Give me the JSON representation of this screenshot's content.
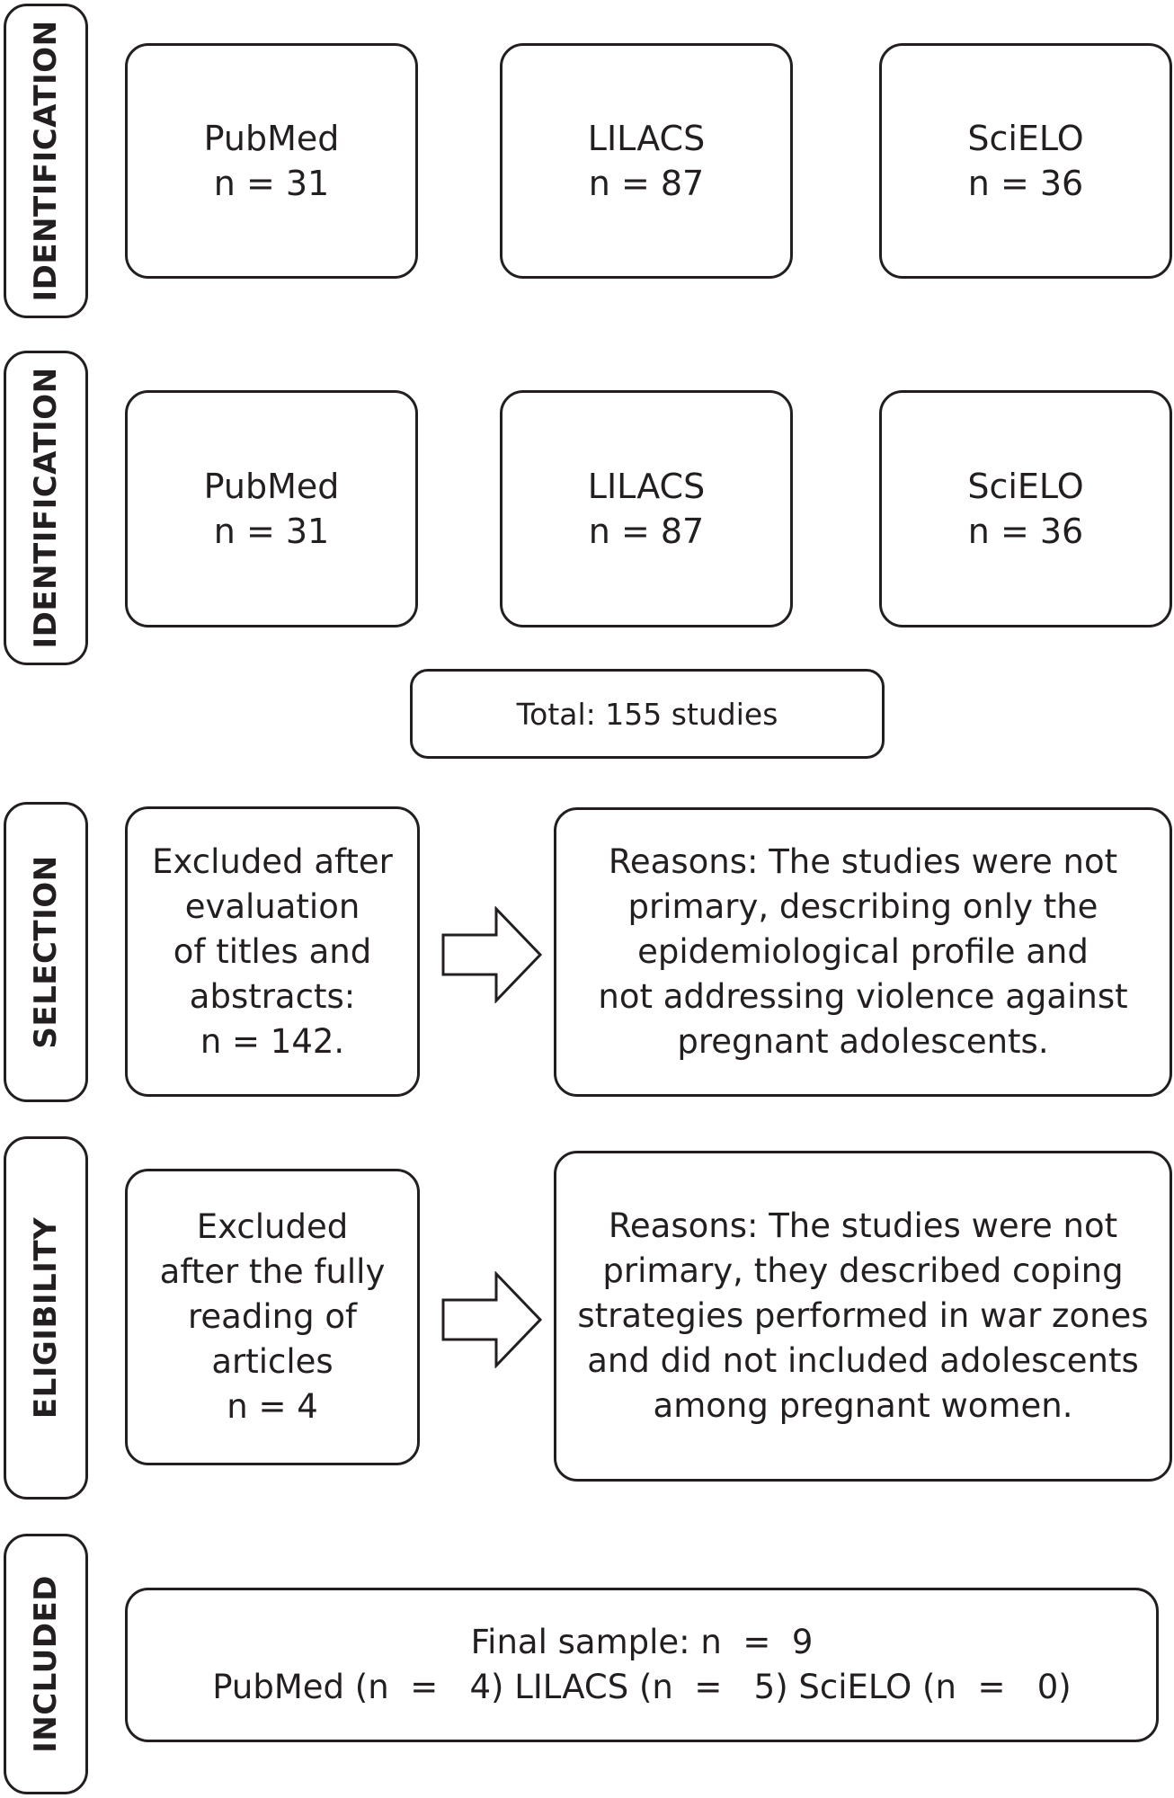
{
  "stages": {
    "identification_1": "IDENTIFICATION",
    "identification_2": "IDENTIFICATION",
    "selection": "SELECTION",
    "eligibility": "ELIGIBILITY",
    "included": "INCLUDED"
  },
  "row1": [
    {
      "name": "PubMed",
      "n": "n = 31"
    },
    {
      "name": "LILACS",
      "n": "n = 87"
    },
    {
      "name": "SciELO",
      "n": "n = 36"
    }
  ],
  "row2": [
    {
      "name": "PubMed",
      "n": "n = 31"
    },
    {
      "name": "LILACS",
      "n": "n = 87"
    },
    {
      "name": "SciELO",
      "n": "n = 36"
    }
  ],
  "total": "Total: 155 studies",
  "selection": {
    "excluded": [
      "Excluded after",
      "evaluation",
      "of titles and",
      "abstracts:",
      "n  =  142."
    ],
    "reasons": [
      "Reasons: The studies were not",
      "primary, describing only the",
      "epidemiological profile and",
      "not addressing violence against",
      "pregnant adolescents."
    ]
  },
  "eligibility": {
    "excluded": [
      "Excluded",
      "after the fully",
      "reading of",
      "articles",
      "n  =  4"
    ],
    "reasons": [
      "Reasons: The studies were not",
      "primary, they described coping",
      "strategies performed in war zones",
      "and did not included adolescents",
      "among pregnant women."
    ]
  },
  "included": {
    "line1": "Final sample: n  =  9",
    "line2": "PubMed (n  =   4) LILACS (n  =   5) SciELO (n  =   0)"
  }
}
